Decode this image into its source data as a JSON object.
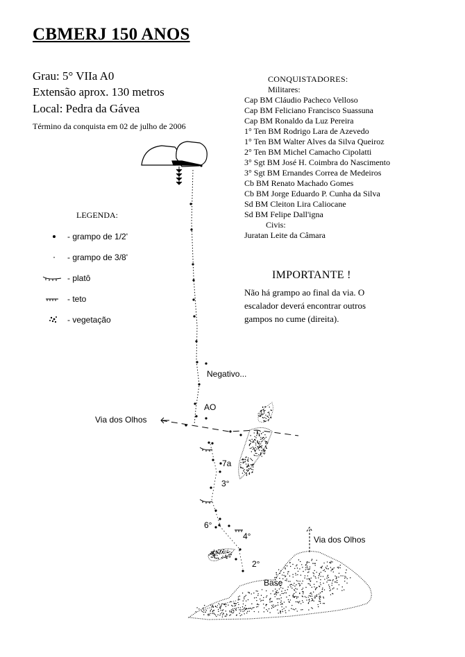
{
  "title": "CBMERJ 150 ANOS",
  "route": {
    "grade": "Grau:   5° VIIa A0",
    "length": "Extensão aprox. 130 metros",
    "location": "Local: Pedra da Gávea",
    "completion": "Término da conquista em 02 de julho de 2006"
  },
  "conquerors": {
    "heading": "CONQUISTADORES:",
    "military_heading": "Militares:",
    "military": [
      "Cap BM Cláudio Pacheco Velloso",
      "Cap BM Feliciano Francisco Suassuna",
      "Cap BM Ronaldo da Luz Pereira",
      "1° Ten BM Rodrigo Lara de Azevedo",
      "1° Ten BM Walter Alves da Silva Queiroz",
      "2° Ten BM Michel Camacho Cipolatti",
      "3° Sgt BM José H. Coimbra do Nascimento",
      "3° Sgt BM Ernandes Correa de Medeiros",
      "Cb BM Renato Machado Gomes",
      "Cb BM Jorge Eduardo P. Cunha da Silva",
      "Sd BM Cleiton Lira Caliocane",
      "Sd BM Felipe Dall'igna"
    ],
    "civilian_heading": "Civis:",
    "civilians": [
      "Juratan Leite da Câmara"
    ]
  },
  "important": {
    "title": "IMPORTANTE !",
    "text": "Não há grampo ao final da via. O escalador deverá encontrar outros gampos no cume (direita)."
  },
  "legend": {
    "title": "LEGENDA:",
    "items": [
      {
        "icon": "bolt-half-inch-icon",
        "label": "- grampo de 1/2'"
      },
      {
        "icon": "bolt-three-eighths-icon",
        "label": "- grampo de 3/8'"
      },
      {
        "icon": "ledge-icon",
        "label": "- platô"
      },
      {
        "icon": "roof-icon",
        "label": "- teto"
      },
      {
        "icon": "vegetation-icon",
        "label": "- vegetação"
      }
    ]
  },
  "topo_labels": {
    "negative": "Negativo...",
    "a0": "AO",
    "via_left": "Via dos Olhos",
    "via_right": "Via dos Olhos",
    "grade_7a": "7a",
    "grade_3": "3°",
    "grade_6": "6°",
    "grade_4": "4°",
    "grade_2": "2°",
    "base": "Base"
  }
}
